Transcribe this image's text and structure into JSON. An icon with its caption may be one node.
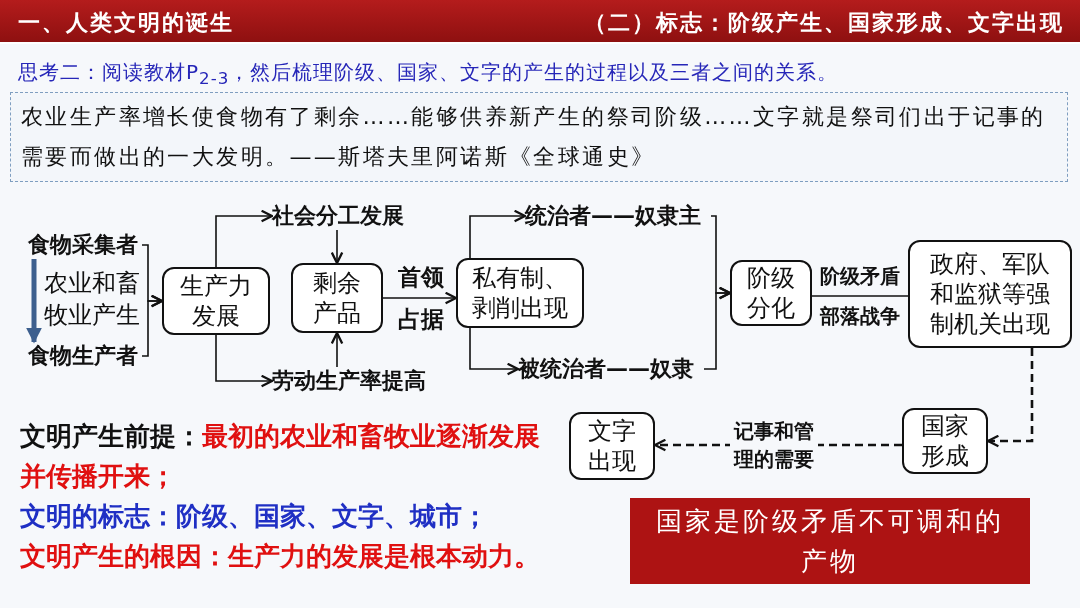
{
  "diagram": {
    "title": "一、人类文明的诞生",
    "nodes": [
      {
        "text": [
          "农业生产率增长使食物有了剩余……能够供养新产生的祭司阶级……文字就是祭司们出于记事的需要而做出的一大发明。——斯塔夫里阿诺斯《全球通史》"
        ]
      },
      {
        "text": [
          "食物采集者"
        ]
      },
      {
        "text": [
          "农业和畜牧业产生"
        ]
      },
      {
        "text": [
          "食物生产者"
        ]
      },
      {
        "text": [
          "生产力发展"
        ]
      },
      {
        "text": [
          "社会分工发展"
        ]
      },
      {
        "text": [
          "劳动生产率提高"
        ]
      },
      {
        "text": [
          "剩余产品"
        ]
      },
      {
        "text": [
          "私有制、剥削出现"
        ]
      },
      {
        "text": [
          "统治者——奴隶主"
        ]
      },
      {
        "text": [
          "被统治者——奴隶"
        ]
      },
      {
        "text": [
          "阶级分化"
        ]
      },
      {
        "text": [
          "政府、军队和监狱等强制机关出现"
        ]
      },
      {
        "text": [
          "国家形成"
        ]
      },
      {
        "text": [
          "文字出现"
        ]
      },
      {
        "text": [
          "国家是阶级矛盾不可调和的产物"
        ]
      }
    ],
    "edges": [
      {
        "from": 1,
        "to": 3,
        "arrow": "to",
        "style": "thick",
        "color": "#3d5f8e"
      },
      {
        "from": 1,
        "to": 4,
        "arrow": "to"
      },
      {
        "from": 3,
        "to": 4,
        "arrow": "to"
      },
      {
        "from": 4,
        "to": 5,
        "arrow": "to"
      },
      {
        "from": 4,
        "to": 6,
        "arrow": "to"
      },
      {
        "from": 5,
        "to": 7,
        "arrow": "to"
      },
      {
        "from": 6,
        "to": 7,
        "arrow": "to"
      },
      {
        "from": 7,
        "to": 8,
        "arrow": "to",
        "label": "首领占据"
      },
      {
        "from": 8,
        "to": 9,
        "arrow": "to"
      },
      {
        "from": 8,
        "to": 10,
        "arrow": "to"
      },
      {
        "from": 9,
        "to": 11,
        "arrow": "to"
      },
      {
        "from": 10,
        "to": 11,
        "arrow": "to"
      },
      {
        "from": 11,
        "to": 12,
        "arrow": "none",
        "label": "阶级矛盾"
      },
      {
        "from": 12,
        "to": 13,
        "arrow": "to",
        "style": "dashed"
      },
      {
        "from": 13,
        "to": 14,
        "arrow": "to",
        "style": "dashed",
        "label": "记事和管理的需要"
      }
    ],
    "labels": [
      "（二）标志：阶级产生、国家形成、文字出现",
      "思考二：阅读教材P$_{2-3}$，然后梳理阶级、国家、文字的产生的过程以及三者之间的关系。",
      "部落战争",
      "文明产生前提：",
      "最初的农业和畜牧业逐渐发展并传播开来；",
      "文明的标志：阶级、国家、文字、城市；",
      "文明产生的根因：生产力的发展是根本动力。"
    ]
  }
}
